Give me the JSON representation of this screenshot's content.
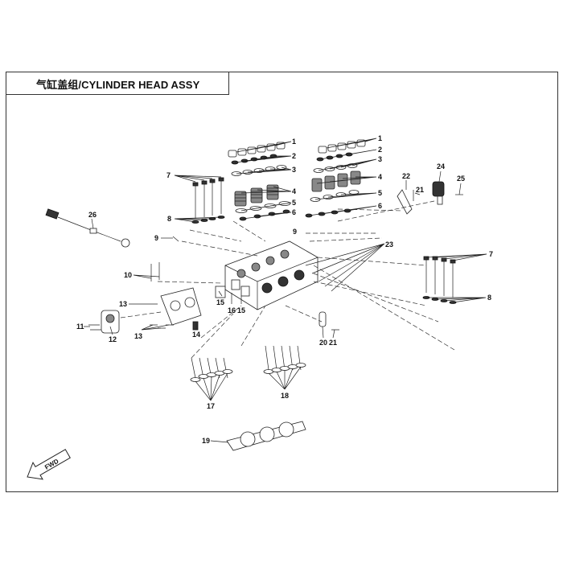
{
  "title": "气缸盖组/CYLINDER HEAD ASSY",
  "callouts": [
    "1",
    "2",
    "3",
    "4",
    "5",
    "6",
    "7",
    "8",
    "9",
    "10",
    "11",
    "12",
    "13",
    "14",
    "15",
    "16",
    "17",
    "18",
    "19",
    "20",
    "21",
    "22",
    "23",
    "24",
    "25",
    "26"
  ],
  "fwd_label": "FWD"
}
